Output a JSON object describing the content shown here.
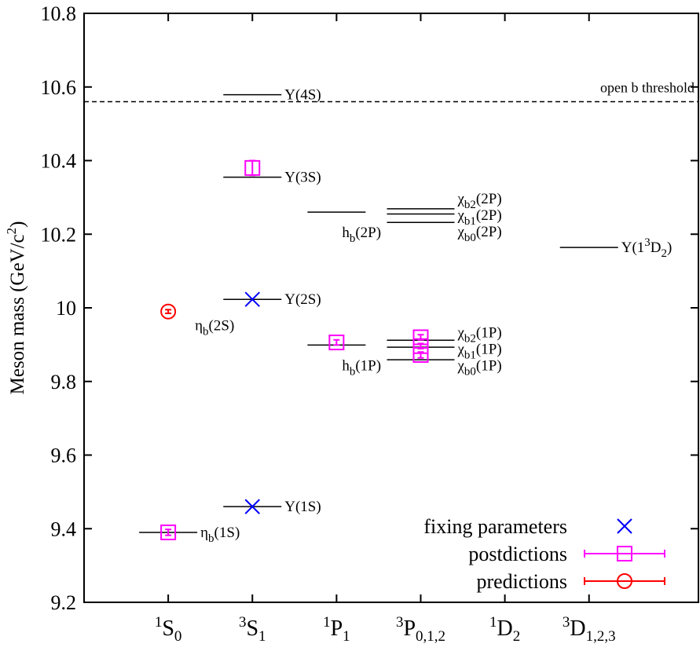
{
  "chart_data": {
    "type": "scatter",
    "ylabel": "Meson mass (GeV/c",
    "ylabel_sup": "2",
    "ylabel_end": ")",
    "ylim": [
      9.2,
      10.8
    ],
    "xlim": [
      0,
      7.3
    ],
    "yticks": [
      "9.2",
      "9.4",
      "9.6",
      "9.8",
      "10",
      "10.2",
      "10.4",
      "10.6",
      "10.8"
    ],
    "xticks": [
      {
        "sup": "1",
        "base": "S",
        "sub": "0"
      },
      {
        "sup": "3",
        "base": "S",
        "sub": "1"
      },
      {
        "sup": "1",
        "base": "P",
        "sub": "1"
      },
      {
        "sup": "3",
        "base": "P",
        "sub": "0,1,2"
      },
      {
        "sup": "1",
        "base": "D",
        "sub": "2"
      },
      {
        "sup": "3",
        "base": "D",
        "sub": "1,2,3"
      }
    ],
    "threshold": {
      "mass": 10.56,
      "label": "open b threshold"
    },
    "levels": [
      {
        "x": 1,
        "mass": 9.39,
        "pos": "right",
        "label": [
          {
            "t": "η"
          },
          {
            "t": "b",
            "sub": true
          },
          {
            "t": "(1S)"
          }
        ]
      },
      {
        "x": 1,
        "mass": 9.999,
        "pos": "below",
        "label": [
          {
            "t": "η"
          },
          {
            "t": "b",
            "sub": true
          },
          {
            "t": "(2S)"
          }
        ],
        "noline": true
      },
      {
        "x": 2,
        "mass": 9.46,
        "pos": "right",
        "label": [
          {
            "t": "Υ(1S)"
          }
        ]
      },
      {
        "x": 2,
        "mass": 10.023,
        "pos": "right",
        "label": [
          {
            "t": "Υ(2S)"
          }
        ]
      },
      {
        "x": 2,
        "mass": 10.355,
        "pos": "right",
        "label": [
          {
            "t": "Υ(3S)"
          }
        ]
      },
      {
        "x": 2,
        "mass": 10.579,
        "pos": "right",
        "label": [
          {
            "t": "Υ(4S)"
          }
        ]
      },
      {
        "x": 3,
        "mass": 9.899,
        "pos": "below",
        "label": [
          {
            "t": "h"
          },
          {
            "t": "b",
            "sub": true
          },
          {
            "t": "(1P)"
          }
        ]
      },
      {
        "x": 3,
        "mass": 10.26,
        "pos": "below",
        "label": [
          {
            "t": "h"
          },
          {
            "t": "b",
            "sub": true
          },
          {
            "t": "(2P)"
          }
        ]
      },
      {
        "x": 4,
        "mass": 9.859,
        "pos": "right",
        "wide": true,
        "label": [
          {
            "t": "χ"
          },
          {
            "t": "b0",
            "sub": true
          },
          {
            "t": "(1P)"
          }
        ]
      },
      {
        "x": 4,
        "mass": 9.893,
        "pos": "right",
        "wide": true,
        "label": [
          {
            "t": "χ"
          },
          {
            "t": "b1",
            "sub": true
          },
          {
            "t": "(1P)"
          }
        ]
      },
      {
        "x": 4,
        "mass": 9.912,
        "pos": "right",
        "wide": true,
        "label": [
          {
            "t": "χ"
          },
          {
            "t": "b2",
            "sub": true
          },
          {
            "t": "(1P)"
          }
        ]
      },
      {
        "x": 4,
        "mass": 10.232,
        "pos": "right",
        "wide": true,
        "label": [
          {
            "t": "χ"
          },
          {
            "t": "b0",
            "sub": true
          },
          {
            "t": "(2P)"
          }
        ]
      },
      {
        "x": 4,
        "mass": 10.255,
        "pos": "right",
        "wide": true,
        "label": [
          {
            "t": "χ"
          },
          {
            "t": "b1",
            "sub": true
          },
          {
            "t": "(2P)"
          }
        ]
      },
      {
        "x": 4,
        "mass": 10.269,
        "pos": "right",
        "wide": true,
        "label": [
          {
            "t": "χ"
          },
          {
            "t": "b2",
            "sub": true
          },
          {
            "t": "(2P)"
          }
        ]
      },
      {
        "x": 6,
        "mass": 10.164,
        "pos": "right",
        "label": [
          {
            "t": "Υ(1"
          },
          {
            "t": "3",
            "sup": true
          },
          {
            "t": "D"
          },
          {
            "t": "2",
            "sub": true
          },
          {
            "t": ")"
          }
        ]
      }
    ],
    "series": [
      {
        "name": "fixing parameters",
        "marker": "cross",
        "color": "#0000ff",
        "points": [
          {
            "x": 2,
            "y": 9.46
          },
          {
            "x": 2,
            "y": 10.023
          }
        ]
      },
      {
        "name": "postdictions",
        "marker": "square",
        "color": "#ff00ff",
        "points": [
          {
            "x": 1,
            "y": 9.39,
            "err": 0.008
          },
          {
            "x": 2,
            "y": 10.38,
            "err": 0.02
          },
          {
            "x": 3,
            "y": 9.906,
            "err": 0.007
          },
          {
            "x": 4,
            "y": 9.872,
            "err": 0.008
          },
          {
            "x": 4,
            "y": 9.896,
            "err": 0.007
          },
          {
            "x": 4,
            "y": 9.92,
            "err": 0.007
          }
        ]
      },
      {
        "name": "predictions",
        "marker": "circle",
        "color": "#ff0000",
        "points": [
          {
            "x": 1,
            "y": 9.99,
            "err": 0.005
          }
        ]
      }
    ],
    "legend": "bottom-right",
    "grid": false
  }
}
